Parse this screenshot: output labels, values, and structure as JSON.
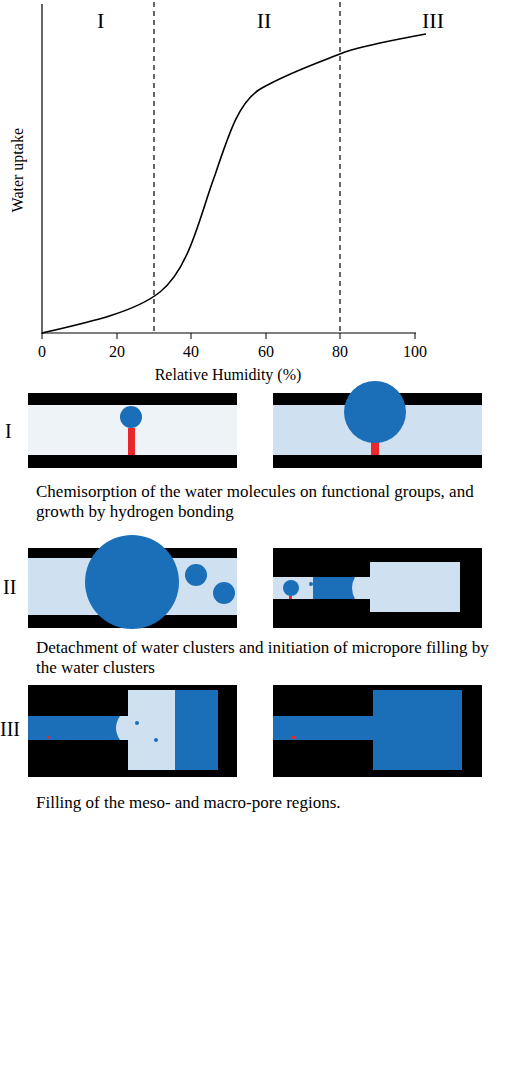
{
  "diagram": {
    "labels": [
      "I",
      "II",
      "III",
      "Water uptake",
      "0",
      "20",
      "40",
      "60",
      "80",
      "100",
      "Relative Humidity (%)",
      "I",
      "Chemisorption of the water molecules on functional groups, and growth by hydrogen bonding",
      "II",
      "Detachment of water clusters and initiation of micropore filling by the water clusters",
      "III",
      "Filling of the meso- and macro-pore regions."
    ]
  }
}
